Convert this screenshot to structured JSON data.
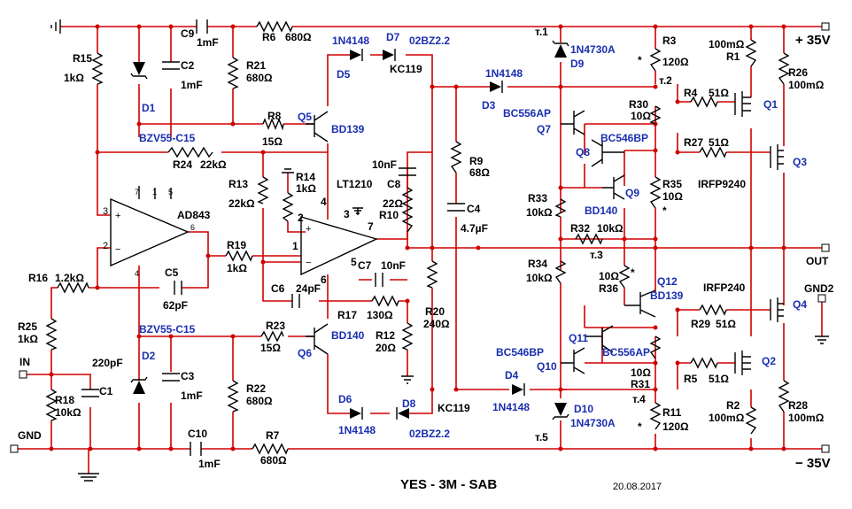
{
  "title": "YES - 3M - SAB",
  "date": "20.08.2017",
  "rails": {
    "pos": "+ 35V",
    "neg": "− 35V",
    "out": "OUT",
    "gnd2": "GND2",
    "in": "IN",
    "gnd": "GND"
  },
  "labels": {
    "R15": "R15",
    "R15v": "1kΩ",
    "D1": "D1",
    "D1p": "BZV55-C15",
    "C2": "C2",
    "C2v": "1mF",
    "C9": "C9",
    "C9v": "1mF",
    "R6": "R6",
    "R6v": "680Ω",
    "R21": "R21",
    "R21v": "680Ω",
    "D5n": "1N4148",
    "D5": "D5",
    "D7": "D7",
    "D7p": "02BZ2.2",
    "D7k": "KC119",
    "R8": "R8",
    "R8v": "15Ω",
    "Q5": "Q5",
    "Q5p": "BD139",
    "R24": "R24",
    "R24v": "22kΩ",
    "AD843": "AD843",
    "R13": "R13",
    "R13v": "22kΩ",
    "R14": "R14",
    "R14v": "1kΩ",
    "LT1210": "LT1210",
    "C8": "C8",
    "C8v": "10nF",
    "R10": "R10",
    "R10v": "22Ω",
    "R9": "R9",
    "R9v": "68Ω",
    "C4": "C4",
    "C4v": "4.7µF",
    "R19": "R19",
    "R19v": "1kΩ",
    "R16": "R16",
    "R16v": "1.2kΩ",
    "C5": "C5",
    "C5v": "62pF",
    "C6": "C6",
    "C6v": "24pF",
    "C7": "C7",
    "C7v": "10nF",
    "R17": "R17",
    "R17v": "130Ω",
    "R12": "R12",
    "R12v": "20Ω",
    "R20": "R20",
    "R20v": "240Ω",
    "R25": "R25",
    "R25v": "1kΩ",
    "C1": "C1",
    "C1v": "220pF",
    "R18": "R18",
    "R18v": "10kΩ",
    "D2": "D2",
    "D2p": "BZV55-C15",
    "C3": "C3",
    "C3v": "1mF",
    "R23": "R23",
    "R23v": "15Ω",
    "Q6": "Q6",
    "Q6p": "BD140",
    "R22": "R22",
    "R22v": "680Ω",
    "C10": "C10",
    "C10v": "1mF",
    "R7": "R7",
    "R7v": "680Ω",
    "D6": "D6",
    "D6n": "1N4148",
    "D8": "D8",
    "D8p": "02BZ2.2",
    "D8k": "KC119",
    "D4": "D4",
    "D4n": "1N4148",
    "D3": "D3",
    "D3n": "1N4148",
    "T1": "т.1",
    "D9n": "1N4730A",
    "D9": "D9",
    "R3": "R3",
    "R3v": "120Ω",
    "T2": "т.2",
    "R1": "R1",
    "R1v": "100mΩ",
    "R26": "R26",
    "R26v": "100mΩ",
    "R4": "R4",
    "R4v": "51Ω",
    "Q1": "Q1",
    "Q7p": "BC556AP",
    "Q7": "Q7",
    "R30": "R30",
    "R30v": "10Ω",
    "Q8p": "BC546BP",
    "Q8": "Q8",
    "R27": "R27",
    "R27v": "51Ω",
    "Q3": "Q3",
    "IRFP9240": "IRFP9240",
    "R35": "R35",
    "R35v": "10Ω",
    "Q9": "Q9",
    "Q9p": "BD140",
    "R33": "R33",
    "R33v": "10kΩ",
    "R32": "R32",
    "R32v": "10kΩ",
    "T3": "т.3",
    "R34": "R34",
    "R34v": "10kΩ",
    "R36": "R36",
    "R36v": "10Ω",
    "Q12": "Q12",
    "Q12p": "BD139",
    "IRFP240": "IRFP240",
    "Q4": "Q4",
    "R29": "R29",
    "R29v": "51Ω",
    "Q11": "Q11",
    "Q11p": "BC556AP",
    "Q10p": "BC546BP",
    "Q10": "Q10",
    "R31v": "10Ω",
    "R31": "R31",
    "R5": "R5",
    "R5v": "51Ω",
    "Q2": "Q2",
    "T4": "т.4",
    "R2": "R2",
    "R2v": "100mΩ",
    "R28": "R28",
    "R28v": "100mΩ",
    "R11": "R11",
    "R11v": "120Ω",
    "D10": "D10",
    "D10n": "1N4730A",
    "T5": "т.5",
    "star": "*",
    "p1": "1",
    "p2": "2",
    "p3": "3",
    "p4": "4",
    "p5": "5",
    "p6": "6",
    "p7": "7",
    "o2": "2",
    "o3": "3",
    "o4": "4",
    "o6": "6",
    "o7": "7",
    "o1": "1",
    "o5": "5",
    "plus": "+",
    "minus": "−"
  }
}
